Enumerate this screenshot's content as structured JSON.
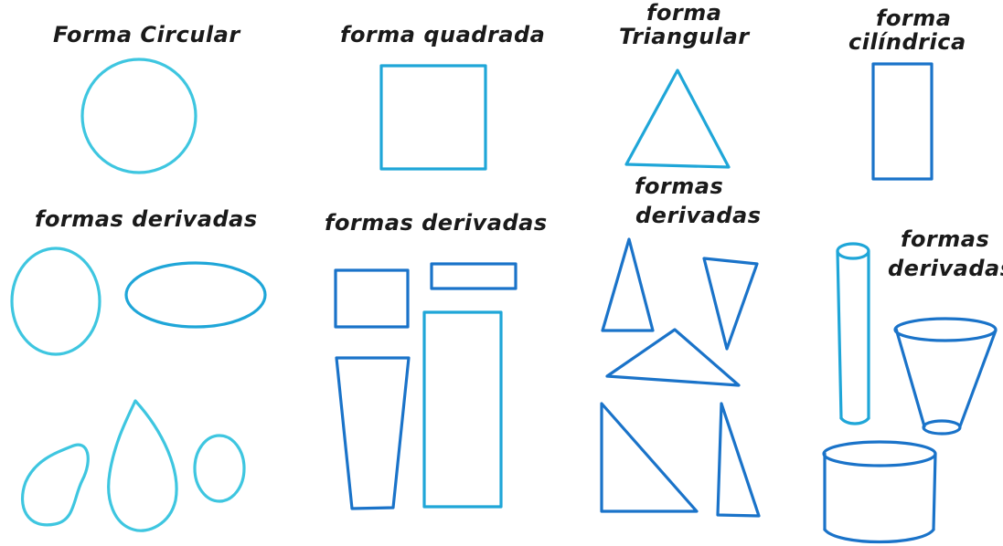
{
  "labels": {
    "circular": "Forma Circular",
    "quadrada": "forma quadrada",
    "triangular_1": "forma",
    "triangular_2": "Triangular",
    "cilindrica_1": "forma",
    "cilindrica_2": "cilíndrica",
    "derivadas_circ": "formas derivadas",
    "derivadas_quad": "formas derivadas",
    "derivadas_tri_1": "formas",
    "derivadas_tri_2": "derivadas",
    "derivadas_cil_1": "formas",
    "derivadas_cil_2": "derivadas"
  },
  "colors": {
    "stroke_light": "#3ec6e0",
    "stroke_mid": "#1fa6d8",
    "stroke_dark": "#1a73c9",
    "text": "#1a1a1a"
  }
}
